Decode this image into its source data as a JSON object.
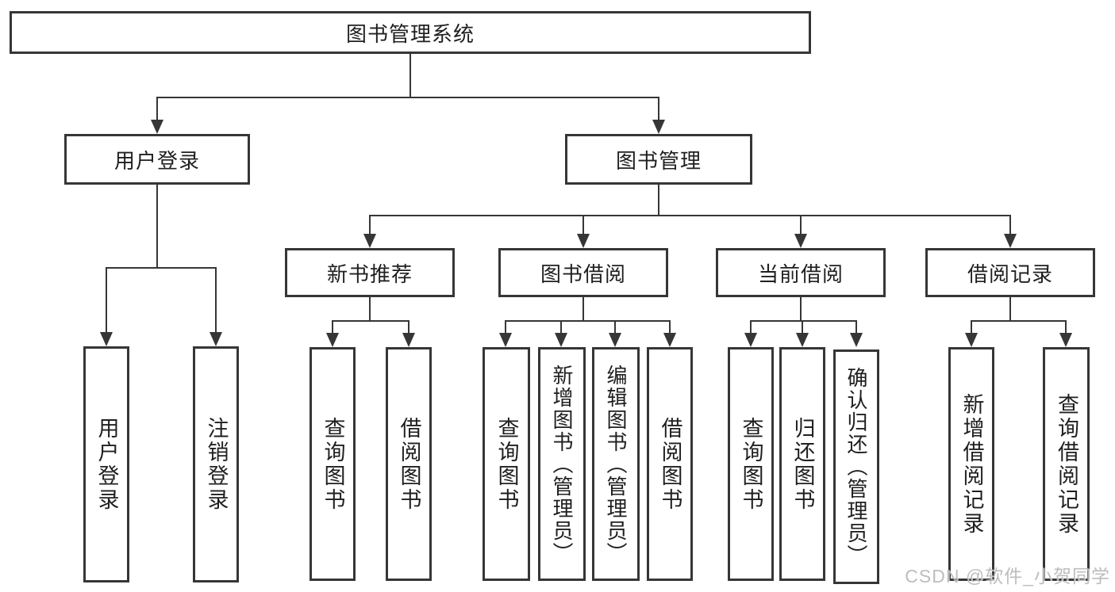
{
  "diagram": {
    "type": "hierarchy-chart",
    "title": "图书管理系统",
    "watermark": "CSDN @软件_小贺同学",
    "colors": {
      "line": "#363636",
      "box_border": "#363636",
      "box_fill": "#ffffff",
      "text": "#1f1f1f",
      "watermark": "#b2b2b2",
      "background": "#ffffff"
    }
  },
  "tree": {
    "root": {
      "label": "图书管理系统",
      "children": [
        {
          "label": "用户登录",
          "children": [
            {
              "label": "用户登录"
            },
            {
              "label": "注销登录"
            }
          ]
        },
        {
          "label": "图书管理",
          "children": [
            {
              "label": "新书推荐",
              "children": [
                {
                  "label": "查询图书"
                },
                {
                  "label": "借阅图书"
                }
              ]
            },
            {
              "label": "图书借阅",
              "children": [
                {
                  "label": "查询图书"
                },
                {
                  "label": "新增图书（管理员）"
                },
                {
                  "label": "编辑图书（管理员）"
                },
                {
                  "label": "借阅图书"
                }
              ]
            },
            {
              "label": "当前借阅",
              "children": [
                {
                  "label": "查询图书"
                },
                {
                  "label": "归还图书"
                },
                {
                  "label": "确认归还（管理员）"
                }
              ]
            },
            {
              "label": "借阅记录",
              "children": [
                {
                  "label": "新增借阅记录"
                },
                {
                  "label": "查询借阅记录"
                }
              ]
            }
          ]
        }
      ]
    }
  }
}
